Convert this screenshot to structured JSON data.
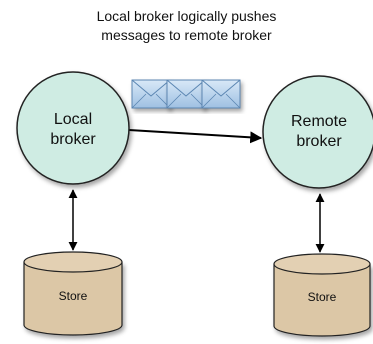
{
  "title": {
    "line1": "Local broker logically pushes",
    "line2": "messages to remote broker"
  },
  "nodes": {
    "local": {
      "line1": "Local",
      "line2": "broker"
    },
    "remote": {
      "line1": "Remote",
      "line2": "broker"
    }
  },
  "stores": {
    "local": {
      "label": "Store"
    },
    "remote": {
      "label": "Store"
    }
  },
  "colors": {
    "broker_fill": "#cfece3",
    "broker_stroke": "#222222",
    "store_fill": "#dcc7a6",
    "envelope_fill": "#bcd6ee",
    "envelope_stroke": "#5b86b2",
    "arrow": "#000000"
  },
  "icons": {
    "messages": "envelope-icon"
  }
}
